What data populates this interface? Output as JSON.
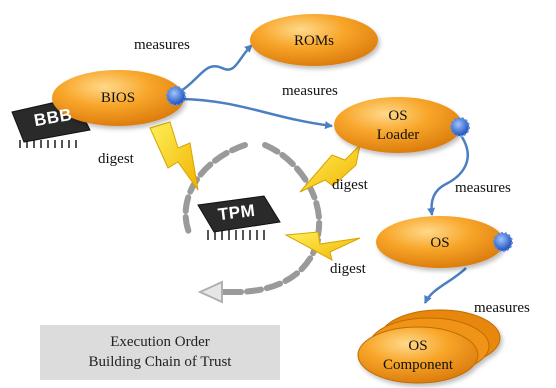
{
  "nodes": {
    "bios": "BIOS",
    "roms": "ROMs",
    "os_loader": [
      "OS",
      "Loader"
    ],
    "os": "OS",
    "os_component": [
      "OS",
      "Component"
    ]
  },
  "chips": {
    "bbb": "BBB",
    "tpm": "TPM"
  },
  "edges": {
    "measures": "measures",
    "digest": "digest"
  },
  "legend": {
    "line1": "Execution Order",
    "line2": "Building Chain of Trust"
  },
  "colors": {
    "node_orange": "#f59a1e",
    "measure_arrow": "#4a7fc1",
    "digest_bolt": "#ffd400",
    "chain": "#9a9a9a",
    "chip": "#2a2a2a",
    "legend_bg": "#dcdcdc"
  }
}
